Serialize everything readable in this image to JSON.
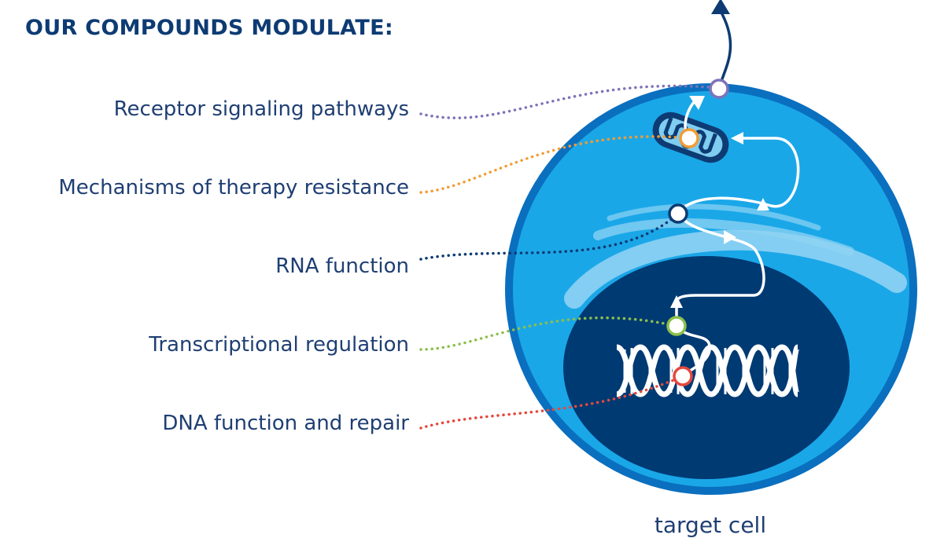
{
  "title": "OUR COMPOUNDS MODULATE:",
  "labels": [
    "Receptor signaling pathways",
    "Mechanisms of therapy resistance",
    "RNA function",
    "Transcriptional regulation",
    "DNA function and repair"
  ],
  "caption": "target cell",
  "colors": {
    "text": "#1f3f73",
    "cell_outer": "#0a6fbf",
    "cytoplasm": "#1aa7e8",
    "er": "#8fd3f3",
    "nucleus": "#003a73",
    "receptor": "#7b74b9",
    "resistance": "#f29c33",
    "rna": "#0d3b73",
    "transcription": "#8cc04b",
    "dna": "#e5483e"
  }
}
